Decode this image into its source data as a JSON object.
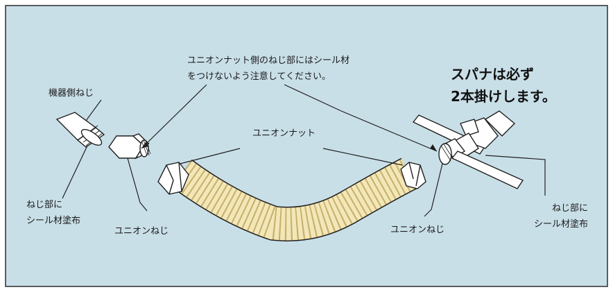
{
  "labels": {
    "kiki_neji": "機器側ねじ",
    "caution_line1": "ユニオンナット側のねじ部にはシール材",
    "caution_line2": "をつけないよう注意してください。",
    "spanner_line1": "スパナは必ず",
    "spanner_line2": "2本掛けします。",
    "union_nut": "ユニオンナット",
    "seal_left_line1": "ねじ部に",
    "seal_left_line2": "シール材塗布",
    "union_neji_left": "ユニオンねじ",
    "union_neji_right": "ユニオンねじ",
    "seal_right_line1": "ねじ部に",
    "seal_right_line2": "シール材塗布"
  },
  "colors": {
    "background": "#c9dfe8",
    "frame": "#2b2b2b",
    "hose": "#f3e7b8",
    "metal": "#ffffff",
    "line": "#1f1f1f"
  }
}
